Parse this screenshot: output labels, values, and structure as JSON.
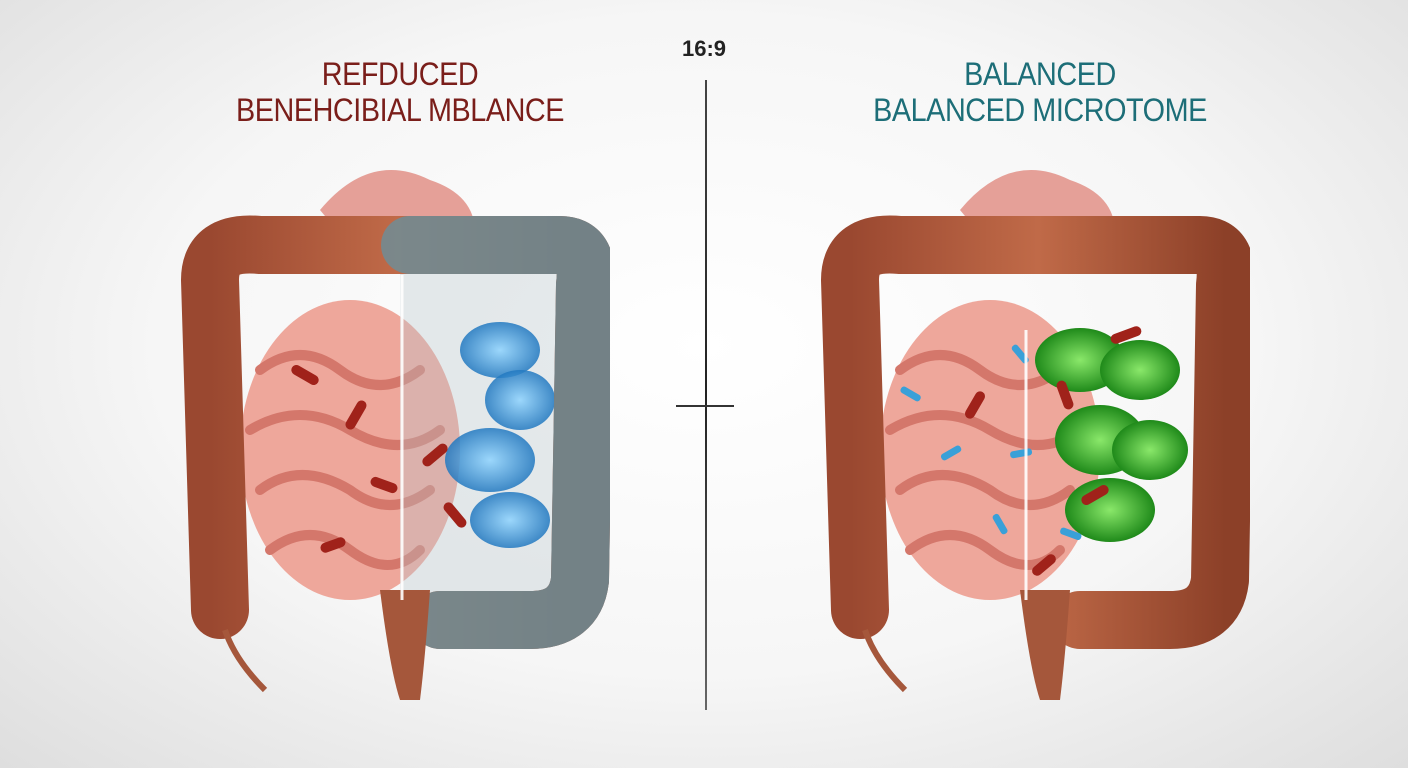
{
  "header": {
    "aspect_label": "16:9"
  },
  "left_panel": {
    "title_line1": "REFDUCED",
    "title_line2": "BENEHCIBIAL MBLANCE",
    "title_color": "#7a1e1a",
    "highlight_color": "#3aa0e0"
  },
  "right_panel": {
    "title_line1": "BALANCED",
    "title_line2": "BALANCED MICROTOME",
    "title_color": "#1d6e78",
    "highlight_color": "#3cb82e"
  },
  "colors": {
    "colon": "#b45a3c",
    "small_intestine": "#eea79b",
    "bacteria_red": "#a0221a"
  }
}
